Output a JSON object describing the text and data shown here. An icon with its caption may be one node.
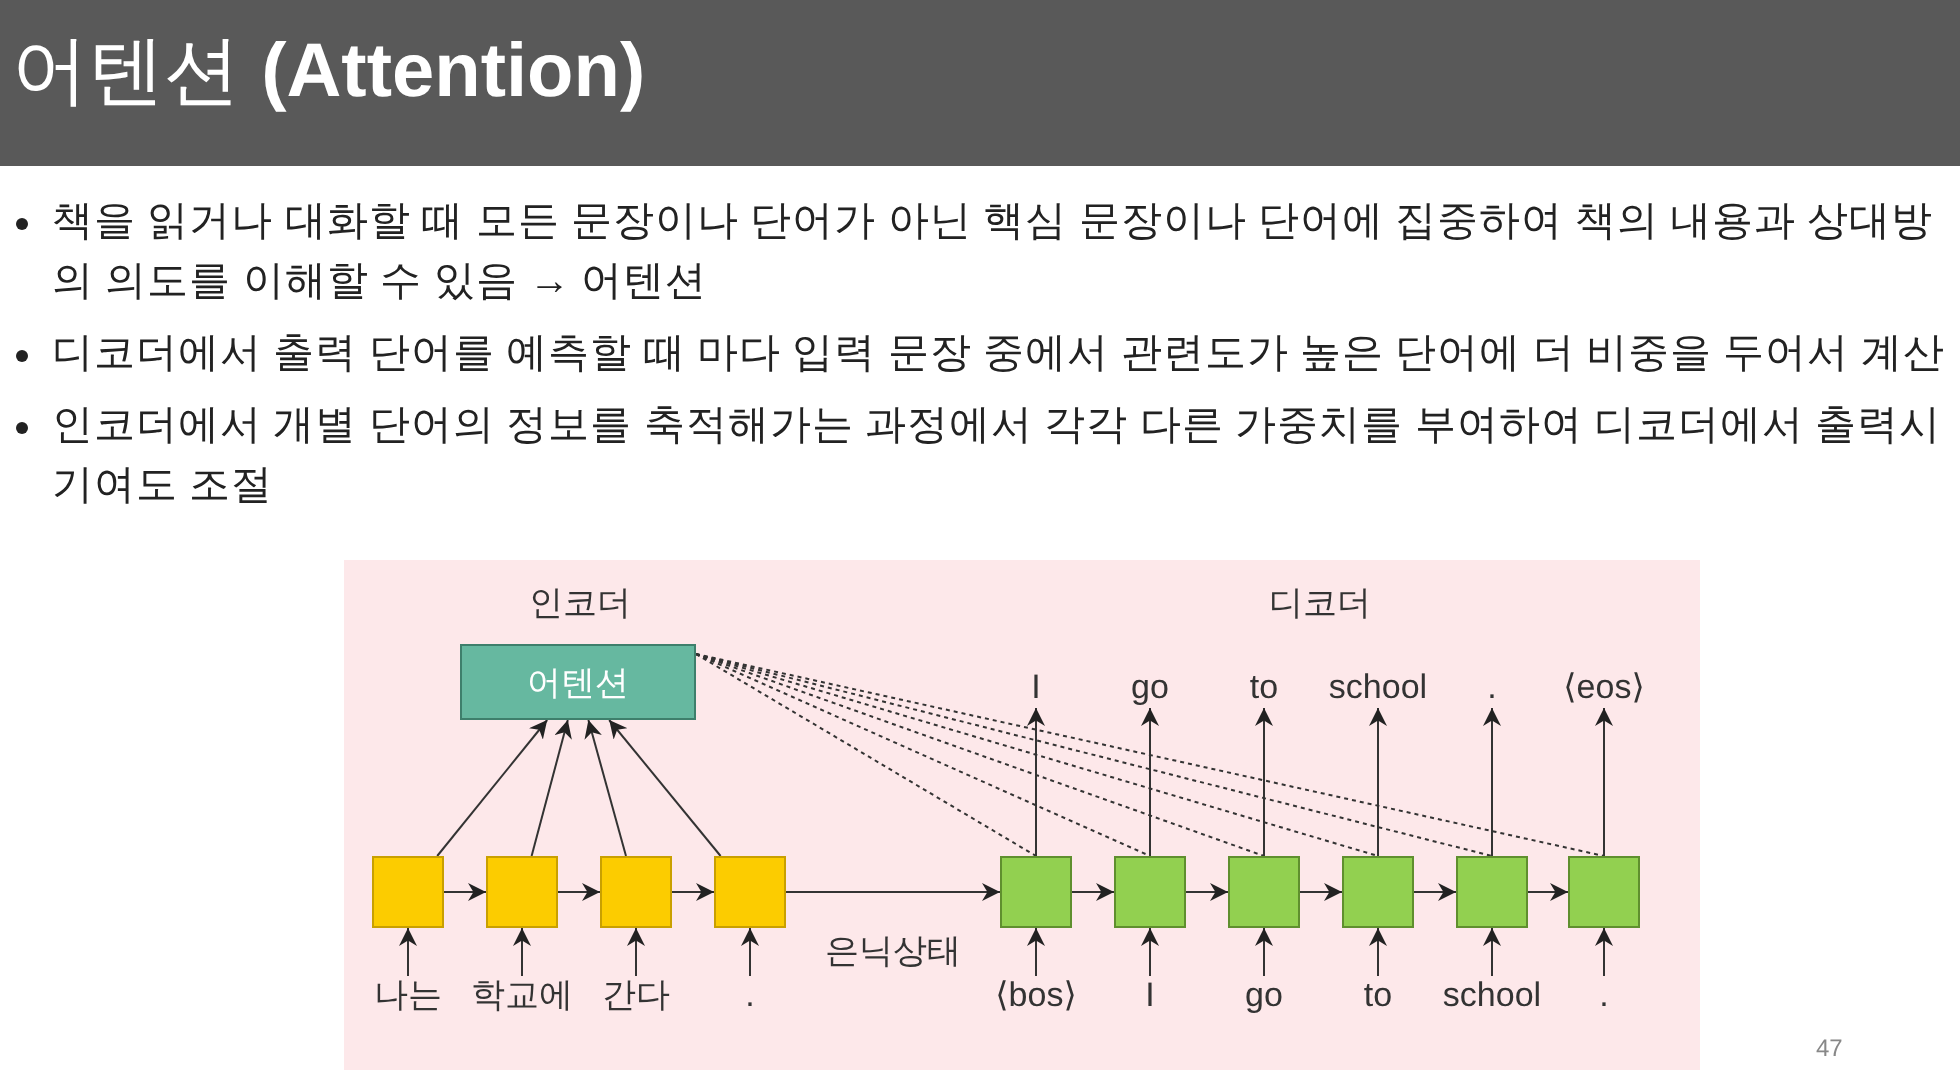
{
  "diagram": {
    "title": "어텐션 **(Attention)**",
    "nodes": [
      {
        "text": [
          "어텐션"
        ]
      },
      {
        "text": [],
        "shape": "box"
      },
      {
        "text": [],
        "shape": "box"
      },
      {
        "text": [],
        "shape": "box"
      },
      {
        "text": [],
        "shape": "box"
      },
      {
        "text": [],
        "shape": "box"
      },
      {
        "text": [],
        "shape": "box"
      },
      {
        "text": [],
        "shape": "box"
      },
      {
        "text": [],
        "shape": "box"
      },
      {
        "text": [],
        "shape": "box"
      },
      {
        "text": [],
        "shape": "box"
      },
      {
        "text": [
          "나는"
        ]
      },
      {
        "text": [
          "학교에"
        ]
      },
      {
        "text": [
          "간다"
        ]
      },
      {
        "text": [
          "."
        ]
      },
      {
        "text": [
          "⟨bos⟩"
        ]
      },
      {
        "text": [
          "I"
        ]
      },
      {
        "text": [
          "go"
        ]
      },
      {
        "text": [
          "to"
        ]
      },
      {
        "text": [
          "school"
        ]
      },
      {
        "text": [
          "."
        ]
      },
      {
        "text": [
          "I"
        ]
      },
      {
        "text": [
          "go"
        ]
      },
      {
        "text": [
          "to"
        ]
      },
      {
        "text": [
          "school"
        ]
      },
      {
        "text": [
          "."
        ]
      },
      {
        "text": [
          "⟨eos⟩"
        ]
      }
    ],
    "edges": [
      {
        "from": 11,
        "to": 1,
        "arrow": "to"
      },
      {
        "from": 12,
        "to": 2,
        "arrow": "to"
      },
      {
        "from": 13,
        "to": 3,
        "arrow": "to"
      },
      {
        "from": 14,
        "to": 4,
        "arrow": "to"
      },
      {
        "from": 1,
        "to": 0,
        "arrow": "to"
      },
      {
        "from": 2,
        "to": 0,
        "arrow": "to"
      },
      {
        "from": 3,
        "to": 0,
        "arrow": "to"
      },
      {
        "from": 4,
        "to": 0,
        "arrow": "to"
      },
      {
        "from": 1,
        "to": 2,
        "arrow": "to"
      },
      {
        "from": 2,
        "to": 3,
        "arrow": "to"
      },
      {
        "from": 3,
        "to": 4,
        "arrow": "to"
      },
      {
        "from": 4,
        "to": 5,
        "arrow": "to",
        "label": "은닉상태"
      },
      {
        "from": 5,
        "to": 6,
        "arrow": "to"
      },
      {
        "from": 6,
        "to": 7,
        "arrow": "to"
      },
      {
        "from": 7,
        "to": 8,
        "arrow": "to"
      },
      {
        "from": 8,
        "to": 9,
        "arrow": "to"
      },
      {
        "from": 9,
        "to": 10,
        "arrow": "to"
      },
      {
        "from": 0,
        "to": 5,
        "arrow": "none",
        "style": "dashed"
      },
      {
        "from": 0,
        "to": 6,
        "arrow": "none",
        "style": "dashed"
      },
      {
        "from": 0,
        "to": 7,
        "arrow": "none",
        "style": "dashed"
      },
      {
        "from": 0,
        "to": 8,
        "arrow": "none",
        "style": "dashed"
      },
      {
        "from": 0,
        "to": 9,
        "arrow": "none",
        "style": "dashed"
      },
      {
        "from": 0,
        "to": 10,
        "arrow": "none",
        "style": "dashed"
      },
      {
        "from": 15,
        "to": 5,
        "arrow": "to"
      },
      {
        "from": 16,
        "to": 6,
        "arrow": "to"
      },
      {
        "from": 17,
        "to": 7,
        "arrow": "to"
      },
      {
        "from": 18,
        "to": 8,
        "arrow": "to"
      },
      {
        "from": 19,
        "to": 9,
        "arrow": "to"
      },
      {
        "from": 20,
        "to": 10,
        "arrow": "to"
      },
      {
        "from": 5,
        "to": 21,
        "arrow": "to"
      },
      {
        "from": 6,
        "to": 22,
        "arrow": "to"
      },
      {
        "from": 7,
        "to": 23,
        "arrow": "to"
      },
      {
        "from": 8,
        "to": 24,
        "arrow": "to"
      },
      {
        "from": 9,
        "to": 25,
        "arrow": "to"
      },
      {
        "from": 10,
        "to": 26,
        "arrow": "to"
      }
    ],
    "labels": [
      "책을 읽거나 대화할 때 모든 문장이나 단어가 아닌 핵심 문장이나 단어에 집중하여 책의 내용과 상대방의 의도를 이해할 수 있음 → 어텐션",
      "디코더에서 출력 단어를 예측할 때 마다 입력 문장 중에서 관련도가 높은 단어에 더 비중을 두어서 계산",
      "인코더에서 개별 단어의 정보를 축적해가는 과정에서 각각 다른 가중치를 부여하여 디코더에서 출력시 기여도 조절",
      "인코더",
      "디코더",
      "47"
    ]
  }
}
